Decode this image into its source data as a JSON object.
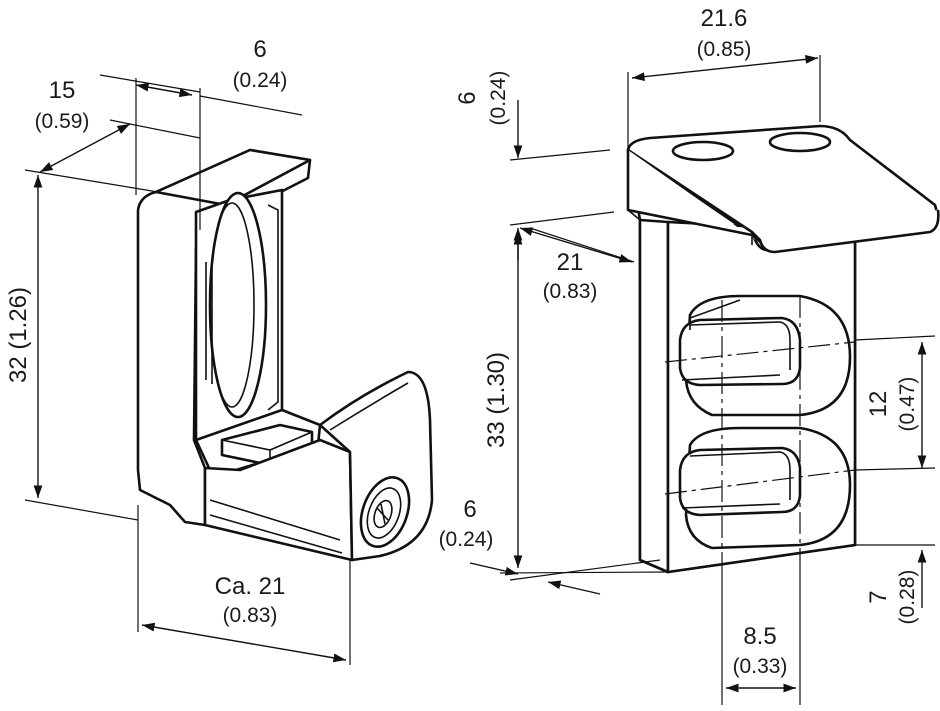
{
  "dimensions": {
    "left_15": {
      "value": "15",
      "inch": "(0.59)"
    },
    "left_6": {
      "value": "6",
      "inch": "(0.24)"
    },
    "left_32": {
      "text": "32 (1.26)"
    },
    "left_ca21": {
      "value": "Ca. 21",
      "inch": "(0.83)"
    },
    "right_21_6": {
      "value": "21.6",
      "inch": "(0.85)"
    },
    "right_6_top": {
      "value": "6",
      "inch": "(0.24)"
    },
    "right_21": {
      "value": "21",
      "inch": "(0.83)"
    },
    "right_33": {
      "text": "33 (1.30)"
    },
    "right_6_bottom": {
      "value": "6",
      "inch": "(0.24)"
    },
    "right_12": {
      "value": "12",
      "inch": "(0.47)"
    },
    "right_7": {
      "value": "7",
      "inch": "(0.28)"
    },
    "right_8_5": {
      "value": "8.5",
      "inch": "(0.33)"
    }
  },
  "colors": {
    "line": "#111111",
    "background": "#ffffff"
  }
}
